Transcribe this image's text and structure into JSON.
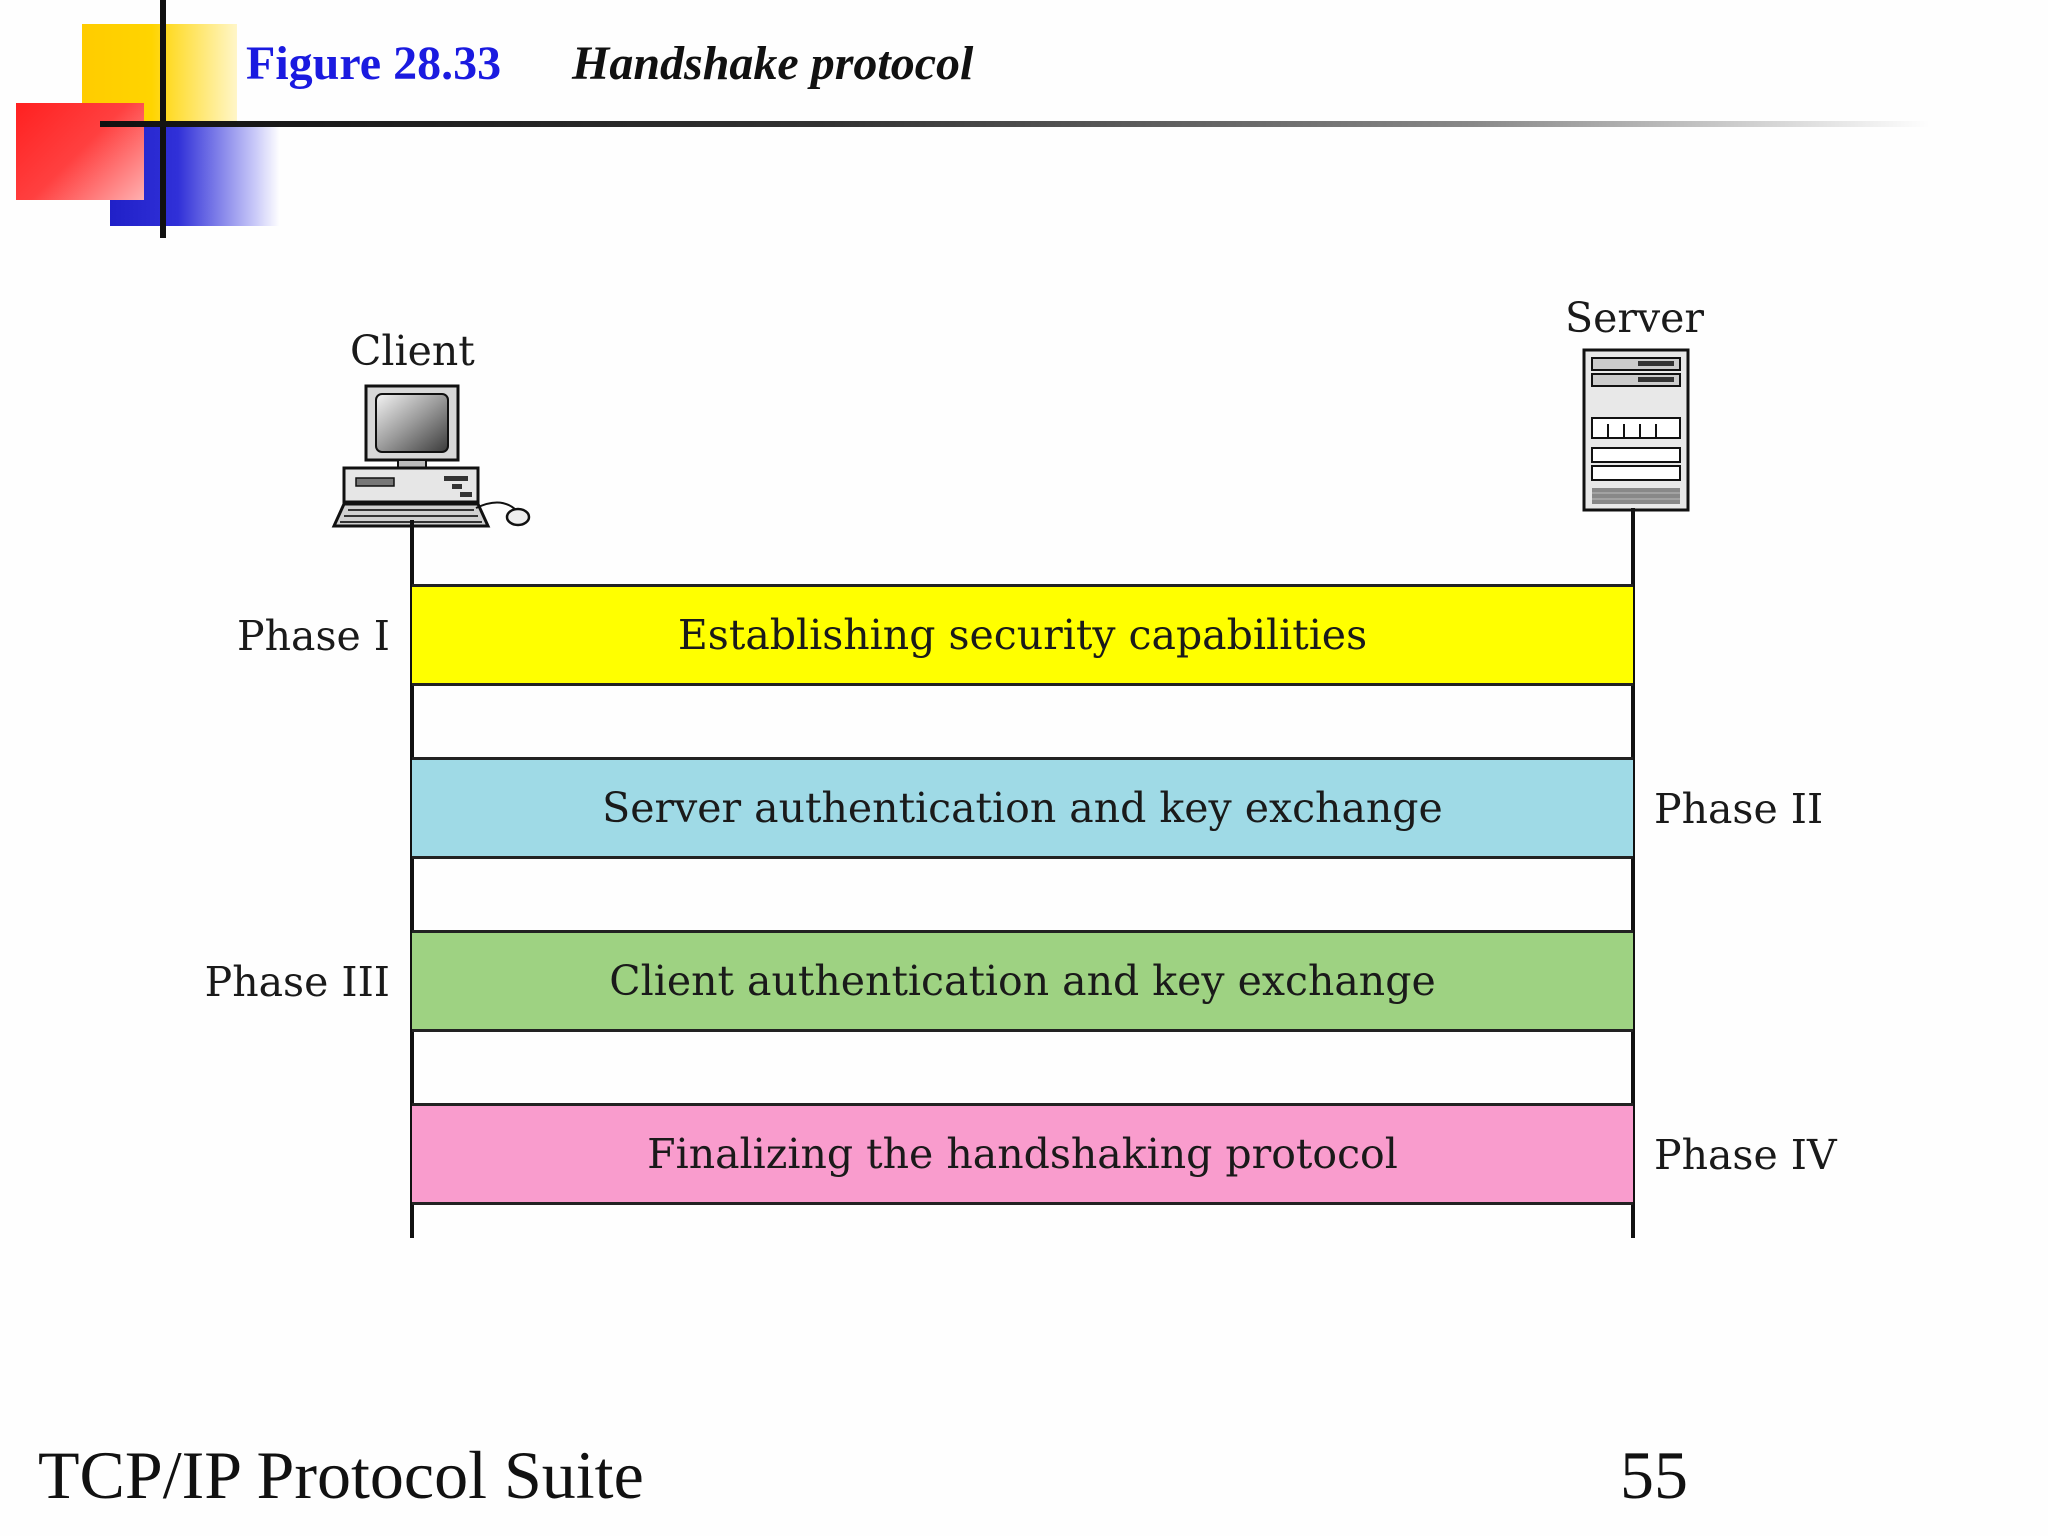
{
  "header": {
    "figure_label": "Figure 28.33",
    "figure_title": "Handshake protocol"
  },
  "diagram": {
    "client_label": "Client",
    "server_label": "Server",
    "phases": [
      {
        "label": "Phase I",
        "text": "Establishing security capabilities",
        "color": "#ffff00",
        "label_side": "left"
      },
      {
        "label": "Phase II",
        "text": "Server authentication and key exchange",
        "color": "#9fdae6",
        "label_side": "right"
      },
      {
        "label": "Phase III",
        "text": "Client authentication and key exchange",
        "color": "#9ed282",
        "label_side": "left"
      },
      {
        "label": "Phase IV",
        "text": "Finalizing the handshaking protocol",
        "color": "#f99ccd",
        "label_side": "right"
      }
    ]
  },
  "footer": {
    "left_text": "TCP/IP Protocol Suite",
    "page_number": "55"
  },
  "icons": {
    "client": "desktop-computer-icon",
    "server": "server-tower-icon"
  }
}
